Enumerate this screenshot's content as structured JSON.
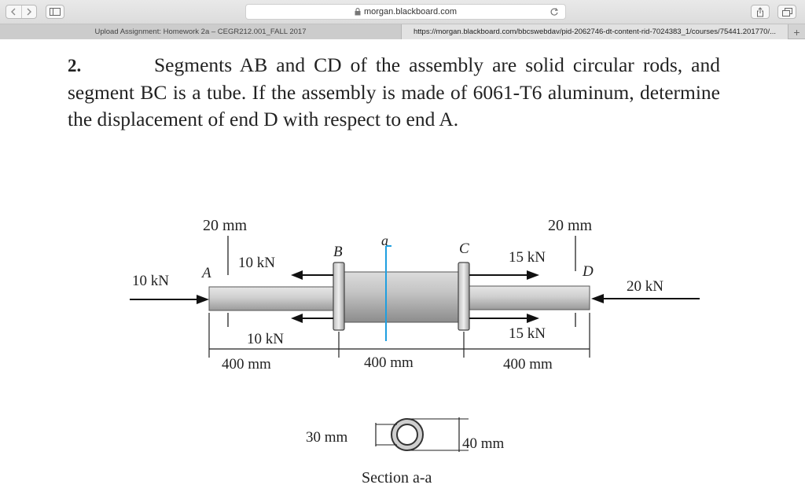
{
  "browser": {
    "address": "morgan.blackboard.com",
    "tabs": [
      {
        "label": "Upload Assignment: Homework 2a – CEGR212.001_FALL 2017",
        "active": false
      },
      {
        "label": "https://morgan.blackboard.com/bbcswebdav/pid-2062746-dt-content-rid-7024383_1/courses/75441.201770/...",
        "active": true
      }
    ],
    "new_tab": "+"
  },
  "problem": {
    "number": "2.",
    "text": "Segments AB and CD of the assembly are solid circular rods, and segment BC is a tube. If the assembly is made of 6061-T6 aluminum, determine the displacement of end D with respect to end A."
  },
  "diagram": {
    "points": {
      "A": "A",
      "B": "B",
      "C": "C",
      "D": "D",
      "section": "a"
    },
    "diameters": {
      "left": "20 mm",
      "right": "20 mm"
    },
    "loads": {
      "A_end": "10 kN",
      "B_top": "10 kN",
      "B_bottom": "10 kN",
      "C_top": "15 kN",
      "C_bottom": "15 kN",
      "D_end": "20 kN"
    },
    "lengths": {
      "AB": "400 mm",
      "BC": "400 mm",
      "CD": "400 mm"
    },
    "section": {
      "inner": "30 mm",
      "outer": "40 mm",
      "caption": "Section a-a"
    }
  },
  "colors": {
    "section_line": "#1f9fe0",
    "chrome": "#dcdcdc"
  }
}
